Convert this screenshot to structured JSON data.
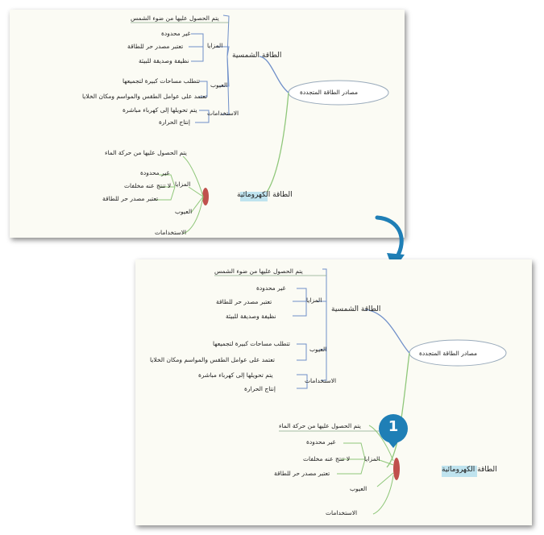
{
  "mindmap_before": {
    "central": "مصادر الطاقة المتجددة",
    "solar": {
      "title": "الطاقة الشمسية",
      "source": "يتم الحصول عليها من ضوء الشمس",
      "advantages": "المزايا",
      "adv_items": [
        "غير محدودة",
        "تعتبر مصدر حر للطاقة",
        "نظيفة وصديقة للبيئة"
      ],
      "disadvantages": "العيوب",
      "dis_items": [
        "تتطلب مساحات كبيرة لتجميعها",
        "تعتمد على عوامل الطقس والمواسم ومكان الخلايا"
      ],
      "uses": "الاستخدامات",
      "use_items": [
        "يتم تحويلها إلى كهرباء مباشرة",
        "إنتاج الحرارة"
      ]
    },
    "hydro": {
      "title": "الطاقة الكهرومائية",
      "source": "يتم الحصول عليها من حركة الماء",
      "advantages": "المزايا",
      "adv_items": [
        "غير محدودة",
        "لا تنتج عنه مخلفات",
        "تعتبر مصدر حر للطاقة"
      ],
      "disadvantages": "العيوب",
      "uses": "الاستخدامات"
    }
  },
  "mindmap_after": {
    "central": "مصادر الطاقة المتجددة",
    "solar": {
      "title": "الطاقة الشمسية",
      "source": "يتم الحصول عليها من ضوء الشمس",
      "advantages": "المزايا",
      "adv_items": [
        "غير محدودة",
        "تعتبر مصدر حر للطاقة",
        "نظيفة وصديقة للبيئة"
      ],
      "disadvantages": "العيوب",
      "dis_items": [
        "تتطلب مساحات كبيرة لتجميعها",
        "تعتمد على عوامل الطقس والمواسم ومكان الخلايا"
      ],
      "uses": "الاستخدامات",
      "use_items": [
        "يتم تحويلها إلى كهرباء مباشرة",
        "إنتاج الحرارة"
      ]
    },
    "hydro": {
      "title": "الطاقة الكهرومائية",
      "source": "يتم الحصول عليها من حركة الماء",
      "advantages": "المزايا",
      "adv_items": [
        "غير محدودة",
        "لا تنتج عنه مخلفات",
        "تعتبر مصدر حر للطاقة"
      ],
      "disadvantages": "العيوب",
      "uses": "الاستخدامات"
    }
  },
  "step_badge": "1",
  "colors": {
    "solar_branch": "#6f8fc9",
    "hydro_branch": "#8fc77a",
    "central_fill": "#ffffff",
    "hydro_topic_fill": "#bfe3ee",
    "badge": "#1f7fb6",
    "arrow": "#1f7fb6",
    "selected_node": "#c0504d"
  },
  "icons": [
    "down-curved-arrow-icon"
  ]
}
